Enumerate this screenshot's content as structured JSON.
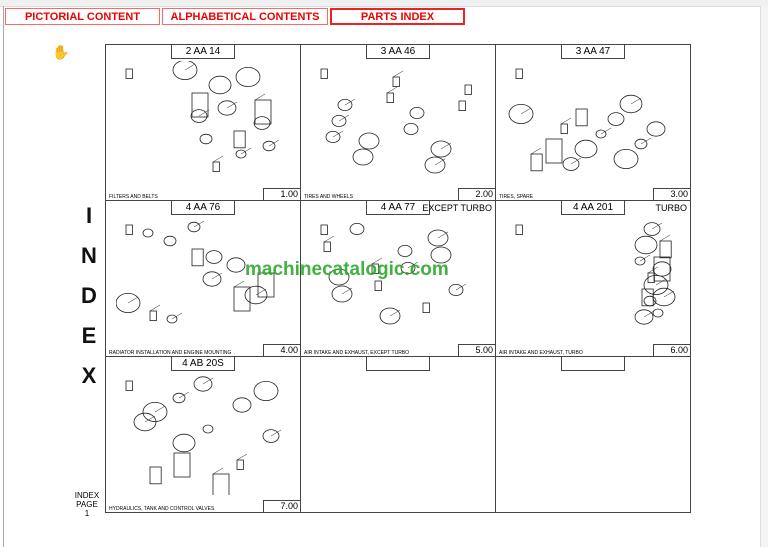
{
  "tabs": [
    {
      "label": "PICTORIAL CONTENT"
    },
    {
      "label": "ALPHABETICAL CONTENTS"
    },
    {
      "label": "PARTS INDEX",
      "active": true
    }
  ],
  "side_title": [
    "I",
    "N",
    "D",
    "E",
    "X"
  ],
  "index_page": {
    "line1": "INDEX",
    "line2": "PAGE",
    "line3": "1"
  },
  "watermark": "machinecatalogic.com",
  "cells": [
    {
      "code": "2 AA 14",
      "extra": "",
      "caption": "FILTERS AND BELTS",
      "number": "1.00"
    },
    {
      "code": "3 AA 46",
      "extra": "",
      "caption": "TIRES AND WHEELS",
      "number": "2.00"
    },
    {
      "code": "3 AA 47",
      "extra": "",
      "caption": "TIRES, SPARE",
      "number": "3.00"
    },
    {
      "code": "4 AA 76",
      "extra": "",
      "caption": "RADIATOR INSTALLATION AND ENGINE MOUNTING",
      "number": "4.00"
    },
    {
      "code": "4 AA 77",
      "extra": "EXCEPT TURBO",
      "caption": "AIR INTAKE AND EXHAUST, EXCEPT TURBO",
      "number": "5.00"
    },
    {
      "code": "4 AA 201",
      "extra": "TURBO",
      "caption": "AIR INTAKE AND EXHAUST, TURBO",
      "number": "6.00"
    },
    {
      "code": "4 AB 20S",
      "extra": "",
      "caption": "HYDRAULICS, TANK AND CONTROL VALVES",
      "number": "7.00"
    },
    {
      "code": "",
      "extra": "",
      "caption": "",
      "number": ""
    },
    {
      "code": "",
      "extra": "",
      "caption": "",
      "number": ""
    }
  ]
}
